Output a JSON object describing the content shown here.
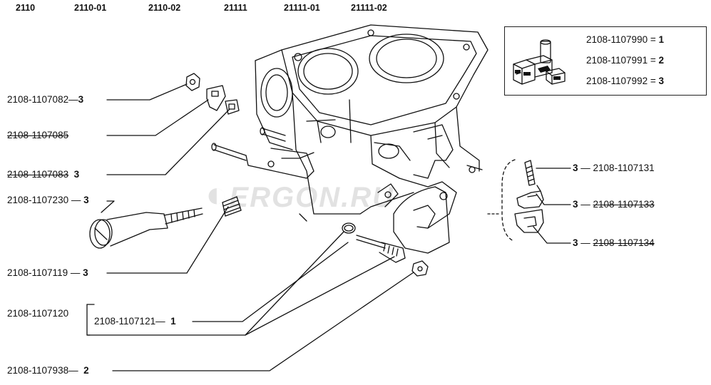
{
  "models": [
    "2110",
    "2110-01",
    "2110-02",
    "21111",
    "21111-01",
    "21111-02"
  ],
  "legend": [
    {
      "code": "2108-1107990",
      "eq": "=",
      "val": "1"
    },
    {
      "code": "2108-1107991",
      "eq": "=",
      "val": "2"
    },
    {
      "code": "2108-1107992",
      "eq": "=",
      "val": "3"
    }
  ],
  "left_parts": [
    {
      "code": "2108-1107082",
      "qty": "3"
    },
    {
      "code": "2108-1107085",
      "qty": ""
    },
    {
      "code": "2108-1107083",
      "qty": "3"
    },
    {
      "code": "2108-1107230",
      "qty": "3"
    },
    {
      "code": "2108-1107119",
      "qty": "3"
    },
    {
      "code": "2108-1107120",
      "qty": ""
    },
    {
      "code": "2108-1107121",
      "qty": "1"
    },
    {
      "code": "2108-1107938",
      "qty": "2"
    }
  ],
  "right_parts": [
    {
      "code": "2108-1107131",
      "qty": "3"
    },
    {
      "code": "2108-1107133",
      "qty": "3"
    },
    {
      "code": "2108-1107134",
      "qty": "3"
    }
  ],
  "watermark": "ERGON.RU"
}
